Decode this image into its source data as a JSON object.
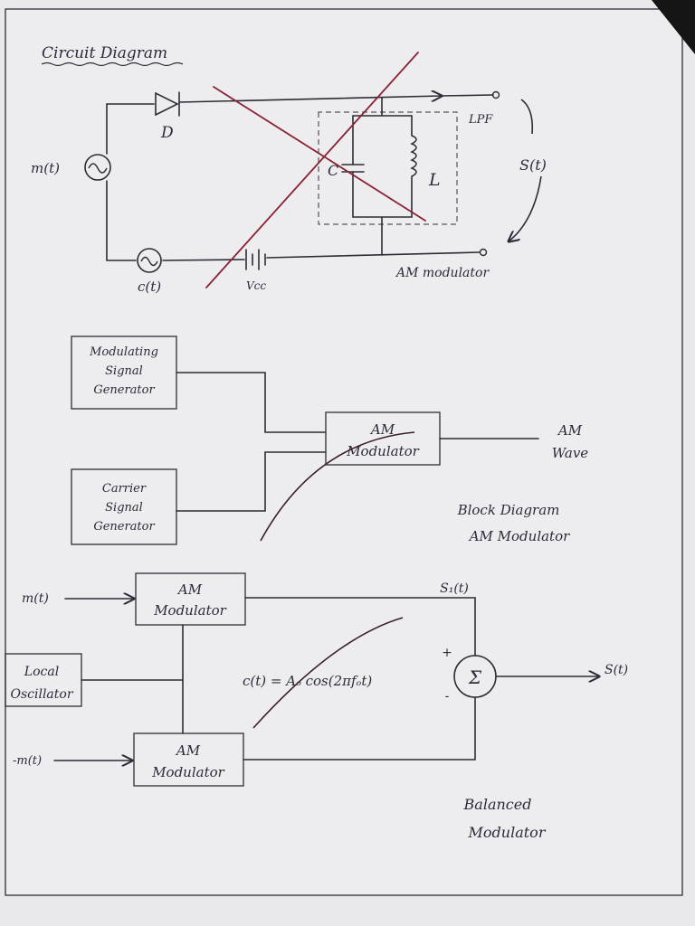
{
  "circuit": {
    "title": "Circuit Diagram",
    "diode_label": "D",
    "input_label": "m(t)",
    "carrier_label": "c(t)",
    "capacitor_label": "C",
    "inductor_label": "L",
    "filter_label": "LPF",
    "output_label": "S(t)",
    "supply_label": "Vcc",
    "caption": "AM modulator"
  },
  "block": {
    "mod_gen": [
      "Modulating",
      "Signal",
      "Generator"
    ],
    "carrier_gen": [
      "Carrier",
      "Signal",
      "Generator"
    ],
    "am_mod": [
      "AM",
      "Modulator"
    ],
    "output": [
      "AM",
      "Wave"
    ],
    "caption": [
      "Block Diagram",
      "AM Modulator"
    ]
  },
  "balanced": {
    "input_top": "m(t)",
    "input_bottom": "-m(t)",
    "osc": [
      "Local",
      "Oscillator"
    ],
    "mod_top": [
      "AM",
      "Modulator"
    ],
    "mod_bottom": [
      "AM",
      "Modulator"
    ],
    "s1": "S₁(t)",
    "plus": "+",
    "minus": "-",
    "sum": "Σ",
    "output": "S(t)",
    "equation": "c(t) = Aₒ cos(2πfₒt)",
    "caption": [
      "Balanced",
      "Modulator"
    ]
  }
}
